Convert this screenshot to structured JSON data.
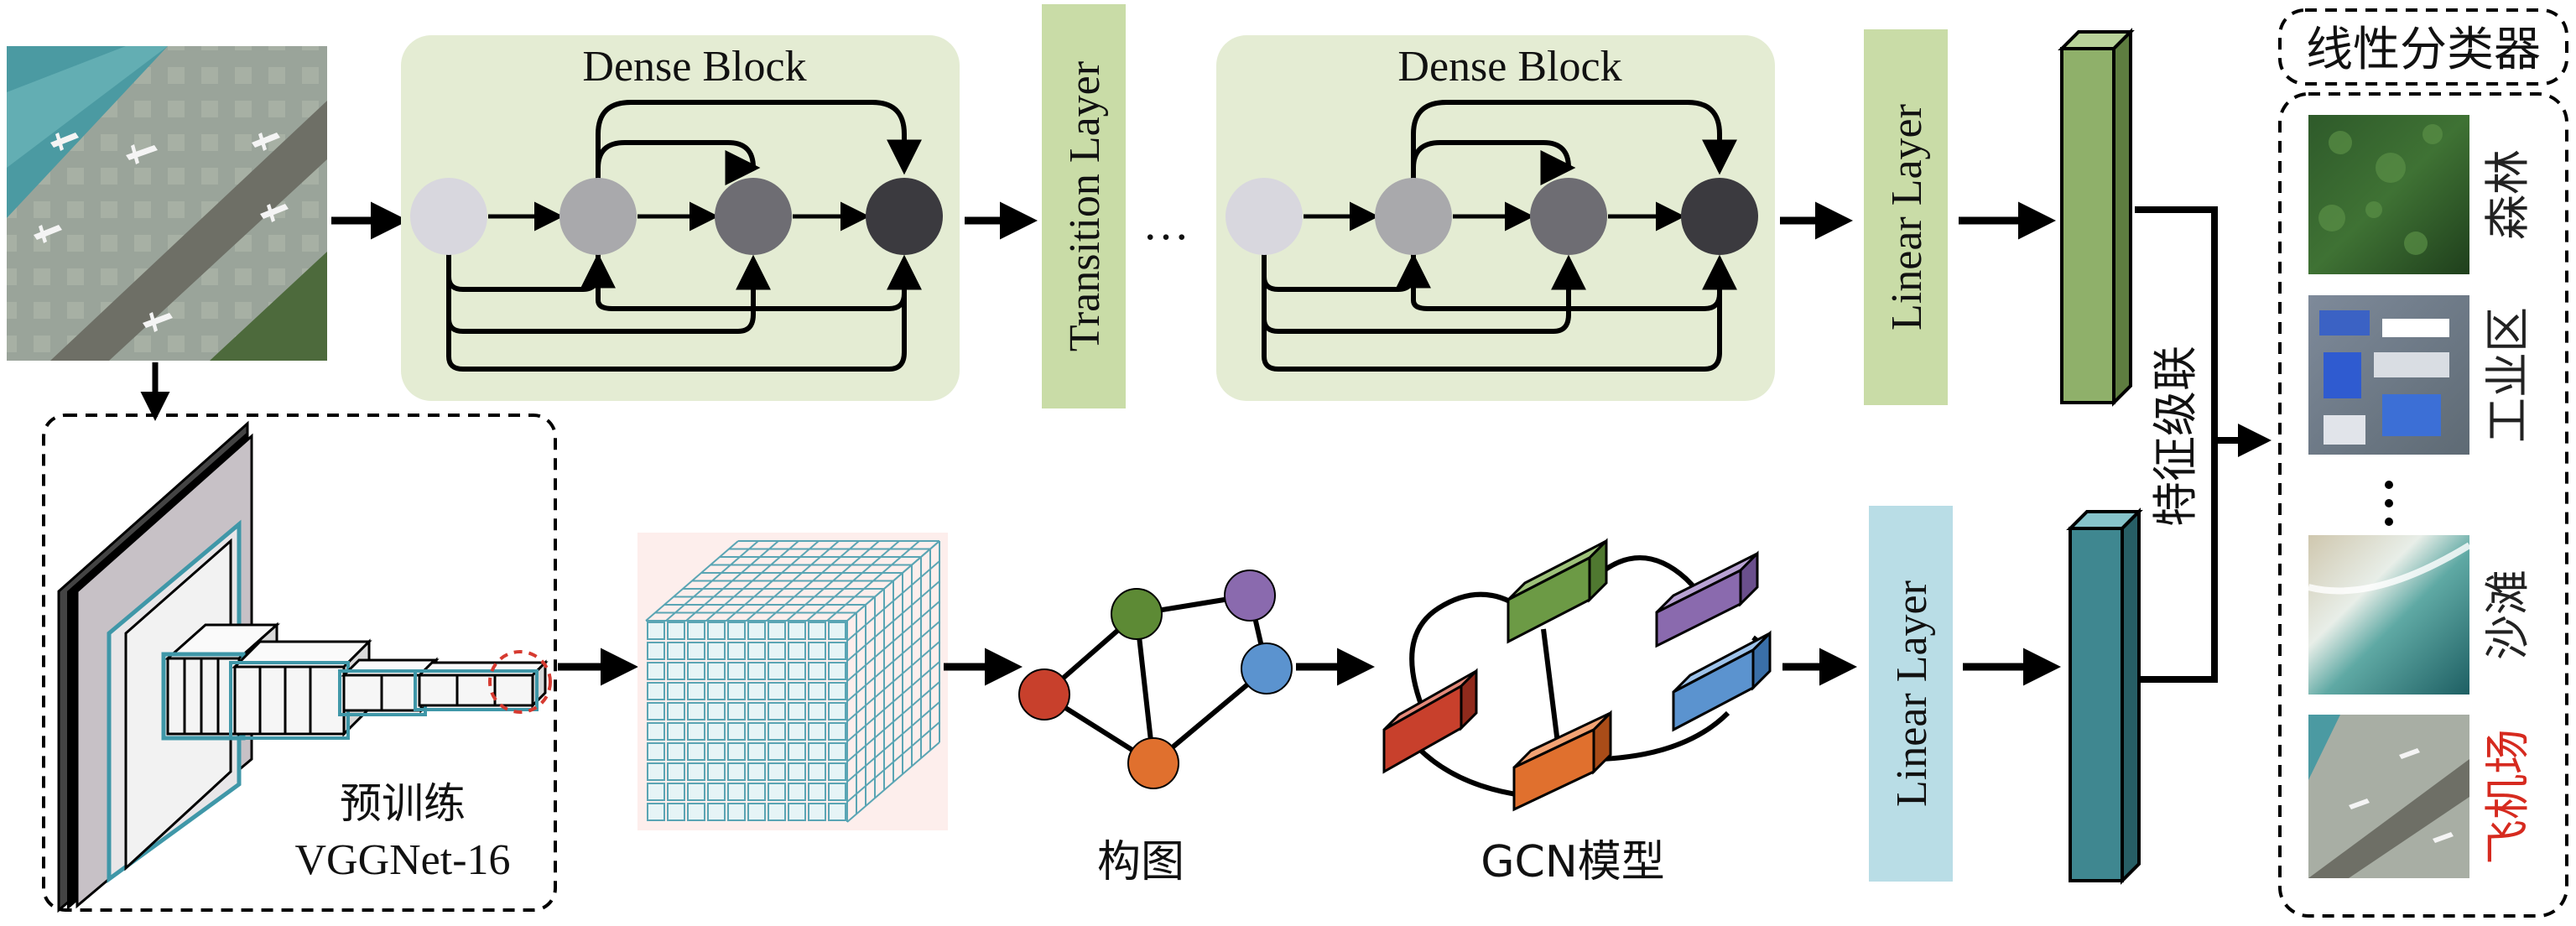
{
  "top_branch": {
    "dense_block_1_title": "Dense Block",
    "transition_layer": "Transition Layer",
    "ellipsis": "…",
    "dense_block_2_title": "Dense Block",
    "linear_layer": "Linear Layer"
  },
  "bottom_branch": {
    "pretrain_label": "预训练",
    "vgg_label": "VGGNet-16",
    "graph_label": "构图",
    "gcn_label": "GCN模型",
    "linear_layer": "Linear Layer"
  },
  "fusion": {
    "concat_label": "特征级联"
  },
  "classifier": {
    "title": "线性分类器",
    "classes": [
      {
        "label": "森林",
        "color": "#222222"
      },
      {
        "label": "工业区",
        "color": "#222222"
      },
      {
        "label": "沙滩",
        "color": "#222222"
      },
      {
        "label": "飞机场",
        "color": "#d62a1f"
      }
    ]
  },
  "colors": {
    "dense_block_bg": "#e4ecd3",
    "transition_bg": "#c9dca7",
    "linear_top_bg": "#c9dca7",
    "linear_bottom_bg": "#b9dde6",
    "feature_green": "#8fb06a",
    "feature_teal": "#3f8790",
    "node_light": "#d8d7de",
    "node_mid1": "#a9a9ac",
    "node_mid2": "#6e6d73",
    "node_dark": "#3b3a3f",
    "graph_red": "#c8402c",
    "graph_green": "#5d8a35",
    "graph_purple": "#8a6aae",
    "graph_blue": "#5b93cf",
    "graph_orange": "#e0702e"
  }
}
